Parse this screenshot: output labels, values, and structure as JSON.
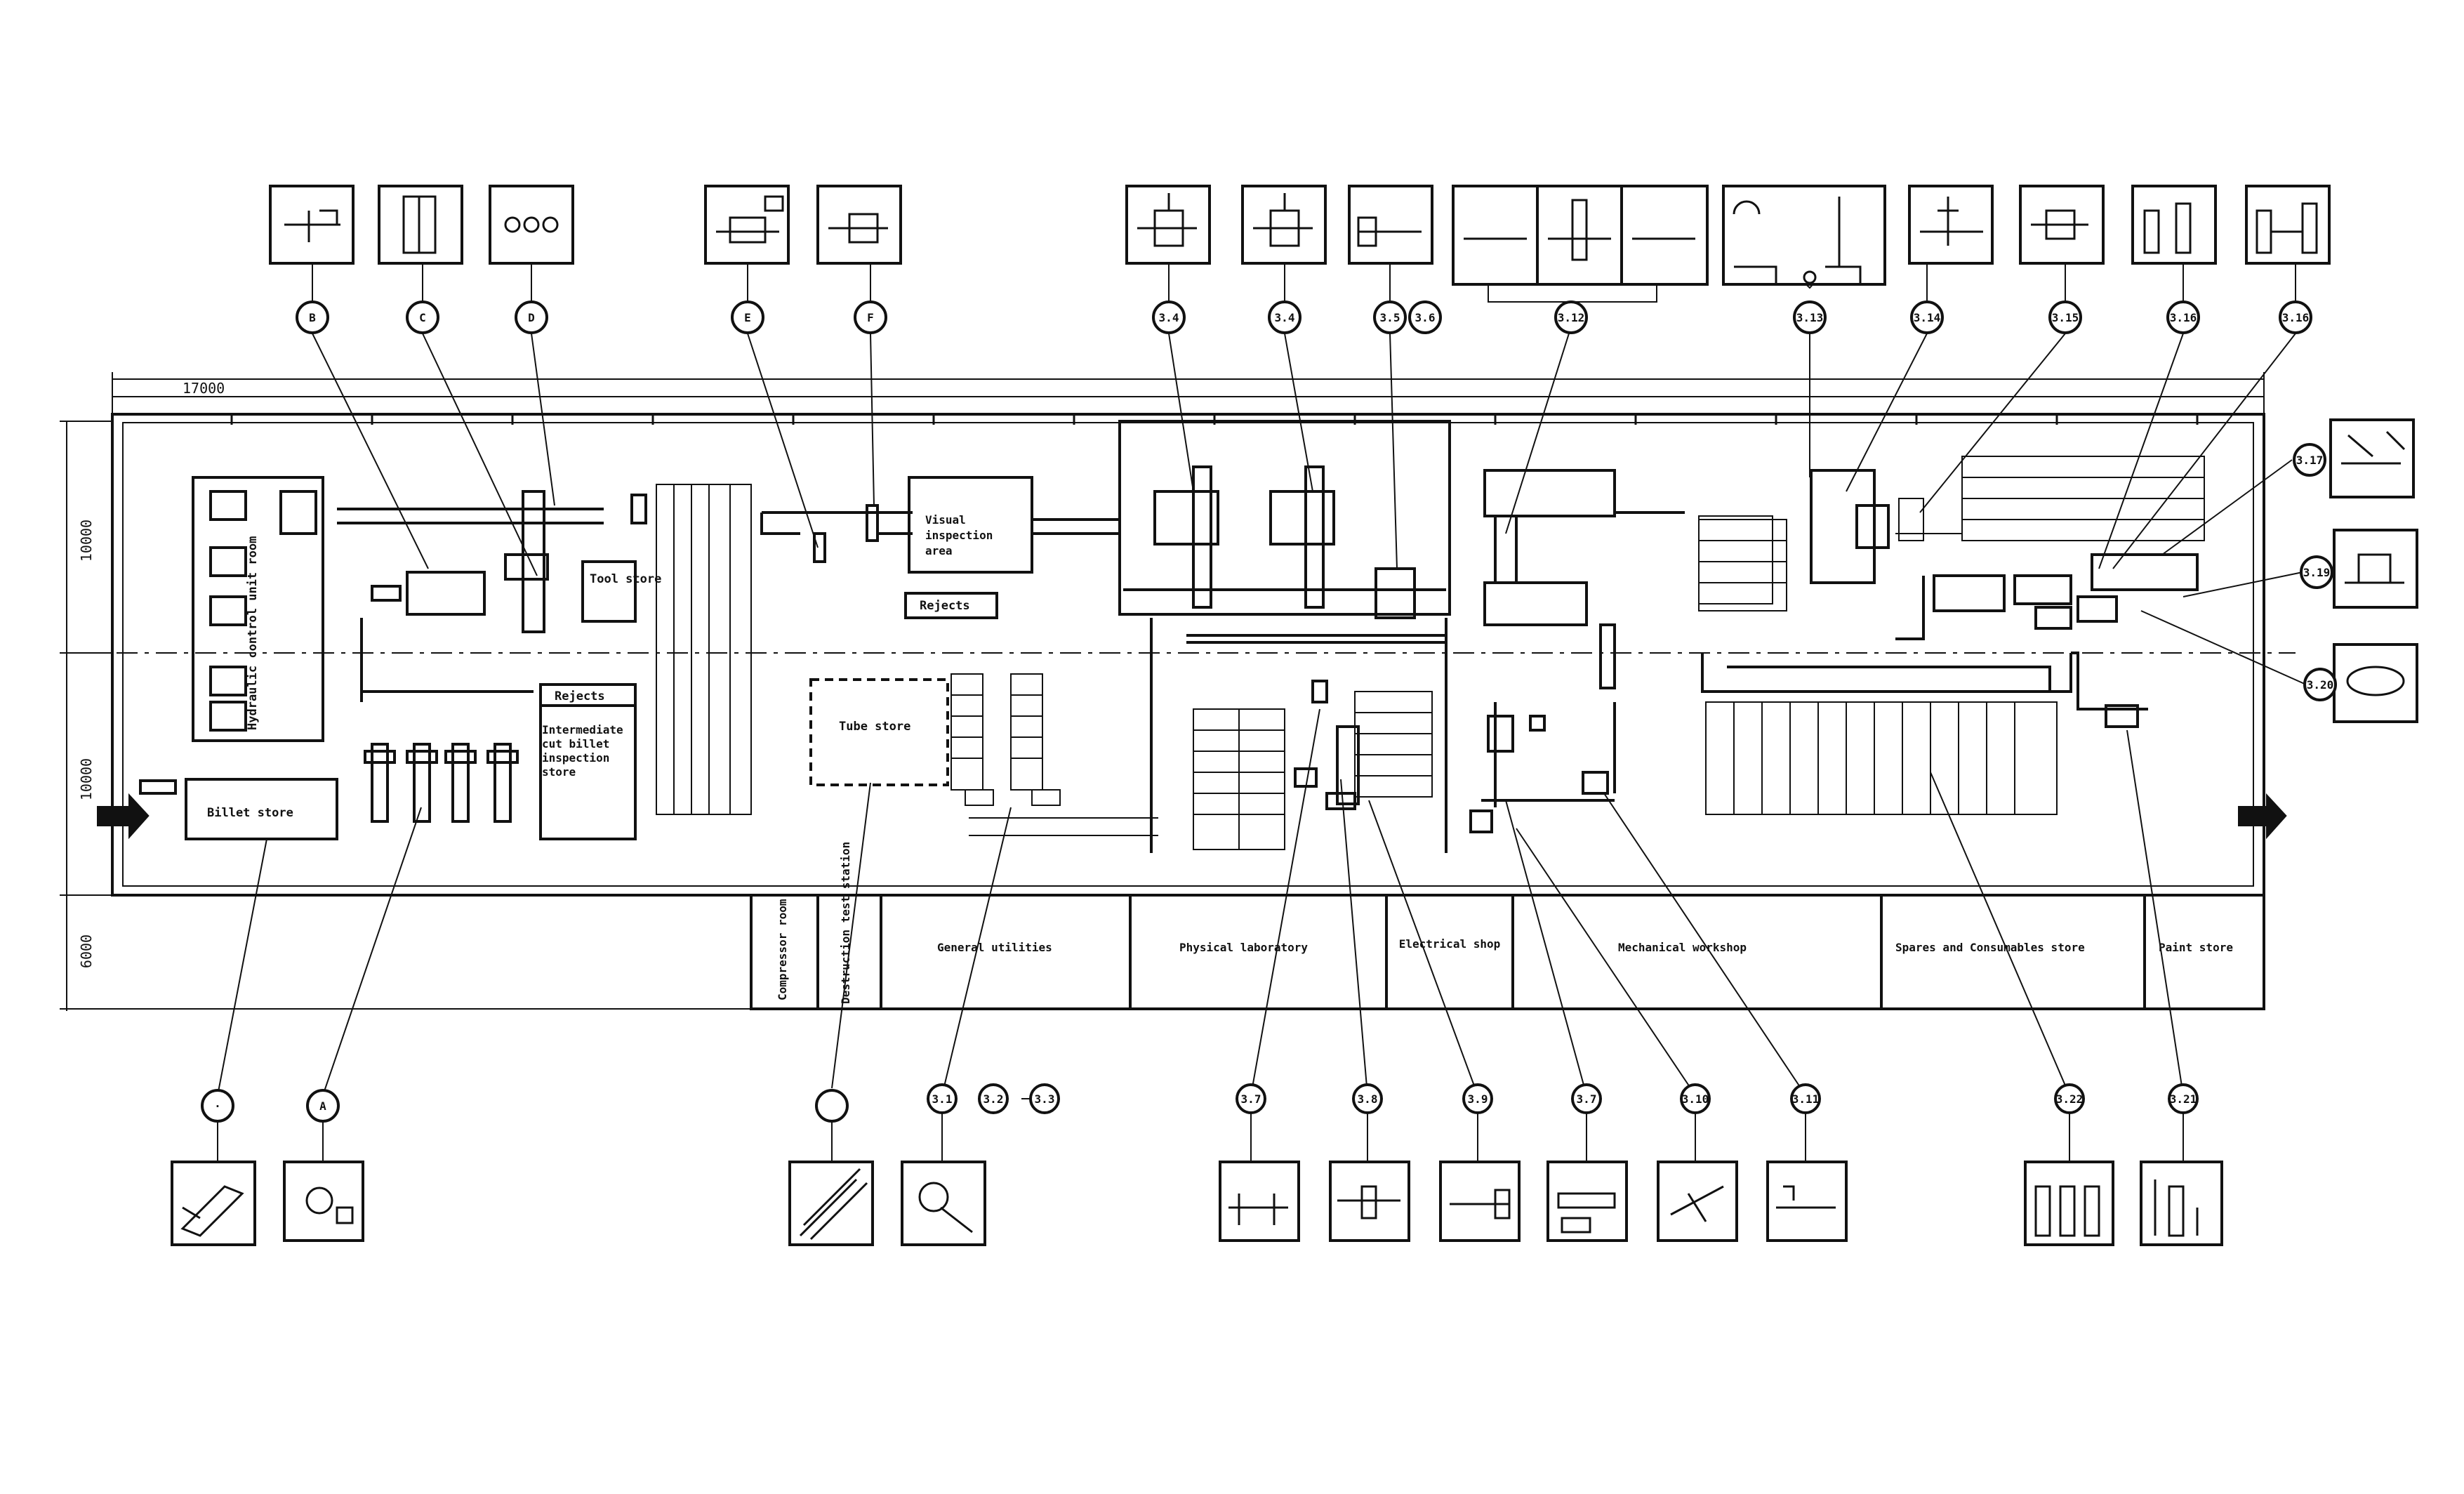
{
  "dimensions": {
    "top_overall": "17000",
    "left_upper": "10000",
    "left_middle": "10000",
    "left_lower": "6000"
  },
  "rooms": {
    "billet_store": "Billet store",
    "hydraulic_control": "Hydraulic control unit room",
    "tool_store": "Tool store",
    "rejects_intermediate": "Rejects",
    "intermediate_store": "Intermediate cut billet inspection store",
    "visual_inspection": "Visual inspection area",
    "rejects_visual": "Rejects",
    "tube_store": "Tube store"
  },
  "service_rooms": [
    "Compressor room",
    "Destruction test station",
    "General utilities",
    "Physical laboratory",
    "Electrical shop",
    "Mechanical workshop",
    "Spares and Consumables store",
    "Paint store"
  ],
  "top_callouts": [
    "B",
    "C",
    "D",
    "E",
    "F",
    "3.4",
    "3.4",
    "3.5",
    "3.6",
    "3.12",
    "3.13",
    "3.14",
    "3.15",
    "3.16",
    "3.16"
  ],
  "right_callouts": [
    "3.17",
    "3.19",
    "3.20"
  ],
  "bottom_callouts": [
    "·",
    "A",
    "",
    "3.1",
    "3.2",
    "3.3",
    "3.7",
    "3.8",
    "3.9",
    "3.7",
    "3.10",
    "3.11",
    "3.22",
    "3.21"
  ],
  "icons": {
    "top": [
      "press-icon",
      "furnace-icon",
      "roller-icon",
      "machine-icon",
      "cutter-icon",
      "mill-icon",
      "mill-icon",
      "lathe-icon",
      "grinder-icon",
      "crane-icon",
      "lathe-icon",
      "machine-icon",
      "bottle-icon",
      "tank-icon"
    ],
    "right": [
      "pipe-icon",
      "press-icon",
      "roller-icon"
    ],
    "bottom": [
      "billet-stack-icon",
      "billet-cut-icon",
      "tube-stack-icon",
      "tube-cut-icon",
      "stand-icon",
      "grinder-icon",
      "shaft-icon",
      "bench-icon",
      "drill-icon",
      "cutter-icon",
      "cylinders-icon",
      "stand-icon"
    ]
  }
}
